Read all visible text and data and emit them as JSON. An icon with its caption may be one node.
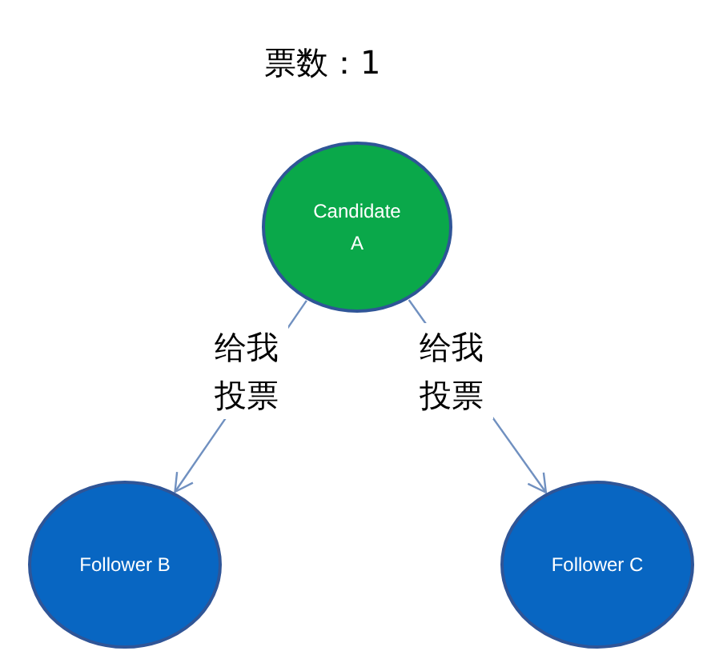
{
  "diagram": {
    "nodes": [
      {
        "text": [
          "Candidate A"
        ],
        "beside": [
          "票数：1"
        ]
      },
      {
        "text": [
          "Follower B"
        ]
      },
      {
        "text": [
          "Follower C"
        ]
      }
    ],
    "edges": [
      {
        "from": 0,
        "to": 1,
        "arrow": "to",
        "label": "给我投票"
      },
      {
        "from": 0,
        "to": 2,
        "arrow": "to",
        "label": "给我投票"
      }
    ]
  }
}
